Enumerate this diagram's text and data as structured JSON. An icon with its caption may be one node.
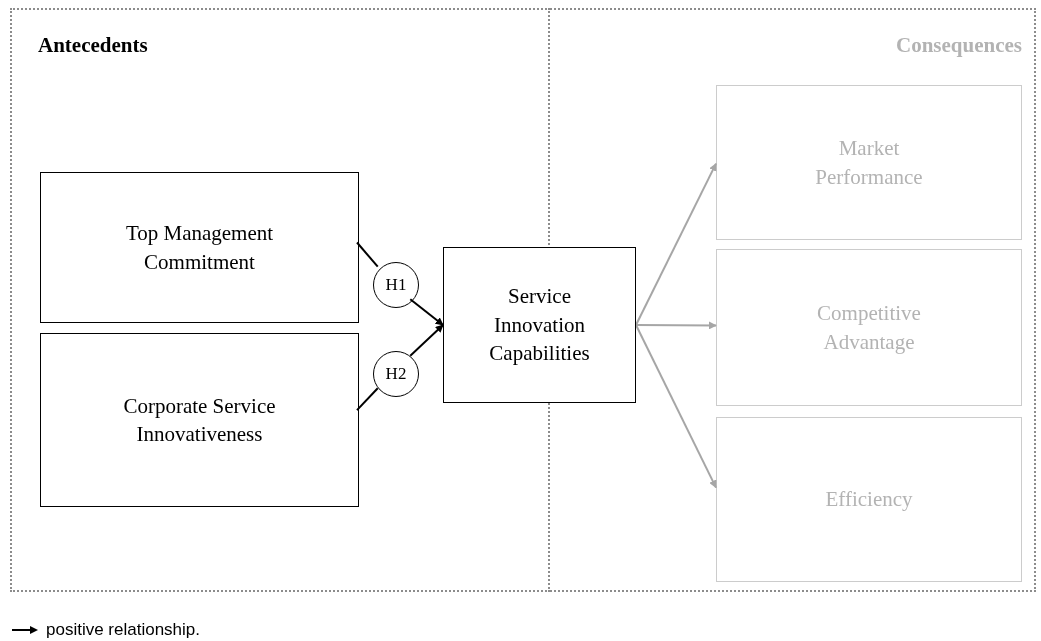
{
  "diagram": {
    "nodes": [
      {
        "text": [
          "Antecedents"
        ]
      },
      {
        "text": [
          "Consequences"
        ]
      },
      {
        "text": [
          "Top Management Commitment"
        ],
        "in": 0
      },
      {
        "text": [
          "Corporate Service Innovativeness"
        ],
        "in": 0
      },
      {
        "text": [
          "H1"
        ],
        "in": 0
      },
      {
        "text": [
          "H2"
        ],
        "in": 0
      },
      {
        "text": [
          "Service Innovation Capabilities"
        ]
      },
      {
        "text": [
          "Market Performance"
        ],
        "in": 1
      },
      {
        "text": [
          "Competitive Advantage"
        ],
        "in": 1
      },
      {
        "text": [
          "Efficiency"
        ],
        "in": 1
      }
    ],
    "edges": [
      {
        "from": 2,
        "to": 4,
        "arrow": "none"
      },
      {
        "from": 4,
        "to": 6,
        "arrow": "to"
      },
      {
        "from": 3,
        "to": 5,
        "arrow": "none"
      },
      {
        "from": 5,
        "to": 6,
        "arrow": "to"
      },
      {
        "from": 6,
        "to": 7,
        "arrow": "to",
        "color": "#a6a6a6"
      },
      {
        "from": 6,
        "to": 8,
        "arrow": "to",
        "color": "#a6a6a6"
      },
      {
        "from": 6,
        "to": 9,
        "arrow": "to",
        "color": "#a6a6a6"
      }
    ],
    "legend": [
      {
        "text": "positive relationship."
      }
    ]
  }
}
